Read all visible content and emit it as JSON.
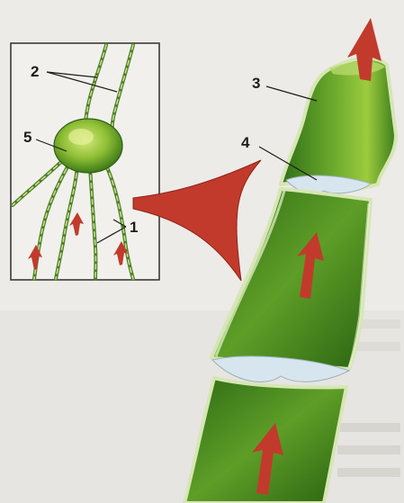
{
  "labels": {
    "l1": "1",
    "l2": "2",
    "l3": "3",
    "l4": "4",
    "l5": "5"
  },
  "colors": {
    "background": "#ecebe7",
    "cell_fill": "#3f8e1f",
    "cell_light": "#a9d04a",
    "cell_wall": "#d6e6b4",
    "arrow": "#c23a2c",
    "membrane": "#d7e6ee"
  },
  "icons": {
    "flow_arrow": "arrow-up-icon",
    "pointer": "curved-pointer-icon"
  }
}
